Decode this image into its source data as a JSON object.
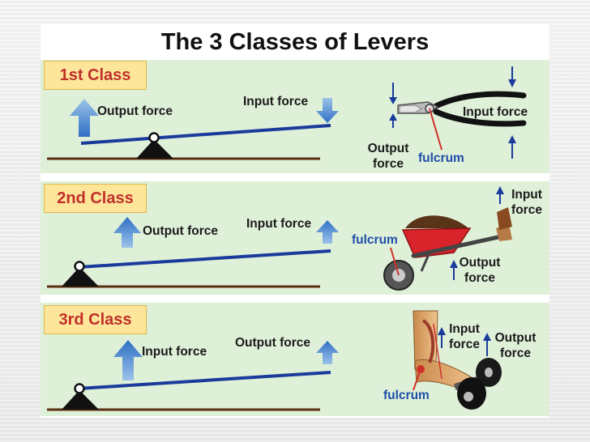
{
  "title": "The 3 Classes of Levers",
  "classes": [
    {
      "label": "1st Class",
      "left_output": "Output force",
      "left_input": "Input force",
      "right_input": "Input force",
      "right_output": "Output\nforce",
      "right_fulcrum": "fulcrum"
    },
    {
      "label": "2nd Class",
      "left_output": "Output force",
      "left_input": "Input force",
      "right_input": "Input\nforce",
      "right_output": "Output\nforce",
      "right_fulcrum": "fulcrum"
    },
    {
      "label": "3rd Class",
      "left_input": "Input force",
      "left_output": "Output force",
      "right_input": "Input\nforce",
      "right_output": "Output\nforce",
      "right_fulcrum": "fulcrum"
    }
  ],
  "colors": {
    "panel": "#dff0d8",
    "label_bg": "#fde59a",
    "label_text": "#c0302a",
    "arrow": "#3a78c8",
    "lever": "#1b3b9c",
    "ground": "#5a2e10",
    "fulcrum_line": "#d0302a",
    "fulcrum_text": "#1e4fa8"
  }
}
